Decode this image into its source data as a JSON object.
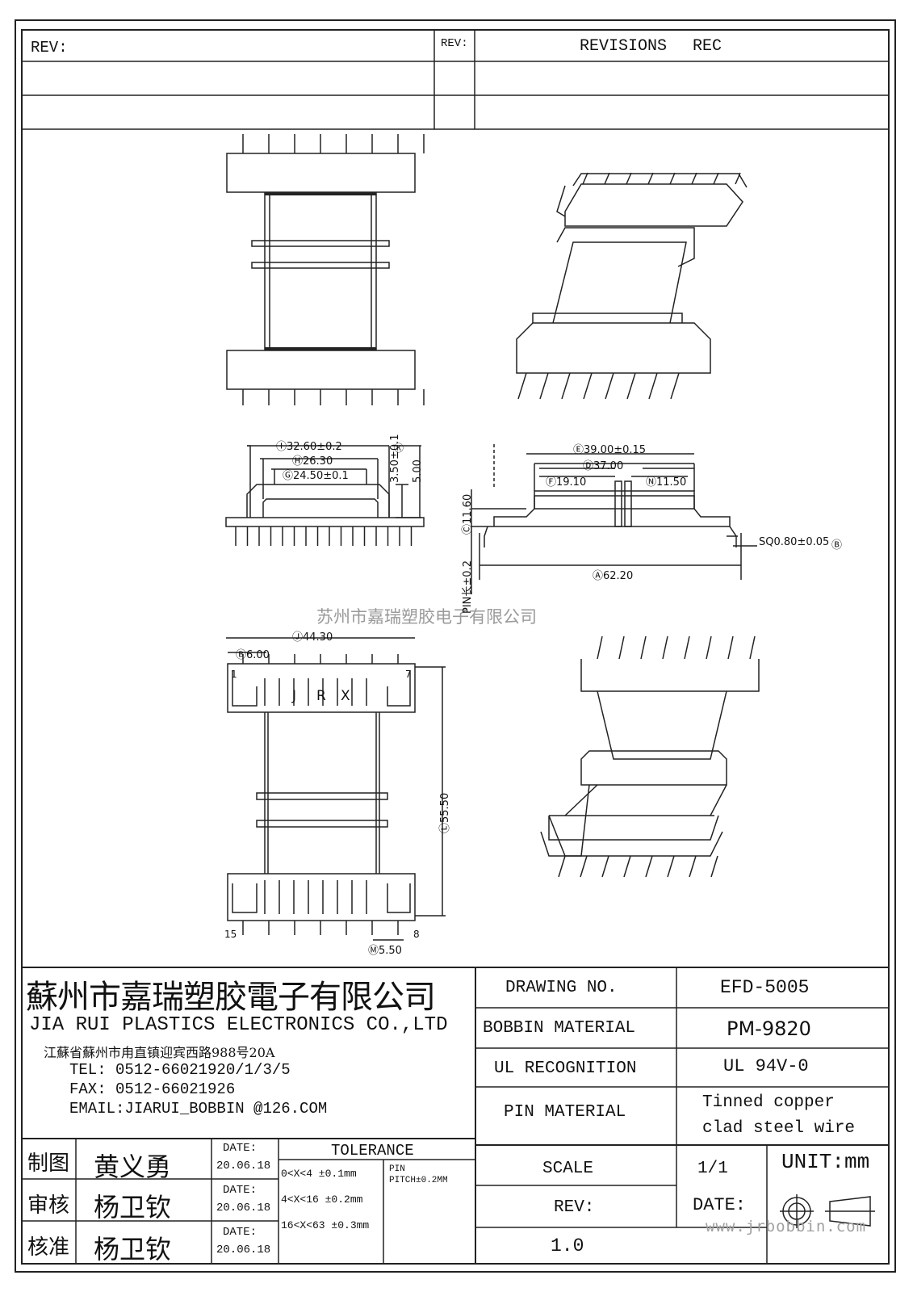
{
  "revisions": {
    "rev_label_left": "REV:",
    "rev_label_mid": "REV:",
    "revisions_label": "REVISIONS",
    "rec_label": "REC"
  },
  "drawing": {
    "watermark_text": "苏州市嘉瑞塑胶电子有限公司",
    "website": "www.jrbobbin.com",
    "pin_numbers": {
      "first": "1",
      "last_top": "7",
      "first_bottom": "15",
      "last_bottom": "8"
    },
    "marking": [
      "J",
      "R",
      "X"
    ],
    "dimensions": {
      "d_i": "Ⓘ32.60±0.2",
      "d_h": "Ⓗ26.30",
      "d_g": "Ⓖ24.50±0.1",
      "d_k": "Ⓚ",
      "d_3_50": "3.50±0.1",
      "d_5_00": "5.00",
      "d_e": "Ⓔ39.00±0.15",
      "d_d": "Ⓓ37.00",
      "d_f": "Ⓕ19.10",
      "d_n": "Ⓝ11.50",
      "d_c": "Ⓒ11.60",
      "d_sq": "SQ0.80±0.05",
      "d_sq_tag": "Ⓑ",
      "d_a": "Ⓐ62.20",
      "d_pin_len": "PIN长±0.2",
      "d_j": "Ⓙ44.30",
      "d_b": "Ⓑ6.00",
      "d_l": "Ⓛ55.50",
      "d_m": "Ⓜ5.50"
    }
  },
  "company": {
    "name_cn": "蘇州市嘉瑞塑胶電子有限公司",
    "name_en": "JIA RUI PLASTICS ELECTRONICS CO.,LTD",
    "address": "江蘇省蘇州市甪直镇迎宾西路988号20A",
    "tel": "TEL: 0512-66021920/1/3/5",
    "fax": "FAX: 0512-66021926",
    "email": "EMAIL:JIARUI_BOBBIN @126.COM"
  },
  "signoff": {
    "rows": [
      {
        "role": "制图",
        "name": "黄义勇",
        "date_label": "DATE:",
        "date": "20.06.18"
      },
      {
        "role": "审核",
        "name": "杨卫钦",
        "date_label": "DATE:",
        "date": "20.06.18"
      },
      {
        "role": "核准",
        "name": "杨卫钦",
        "date_label": "DATE:",
        "date": "20.06.18"
      }
    ]
  },
  "tolerance": {
    "title": "TOLERANCE",
    "rows": [
      "0<X<4  ±0.1mm",
      "4<X<16 ±0.2mm",
      "16<X<63 ±0.3mm"
    ],
    "pin_label": "PIN",
    "pin_pitch": "PITCH±0.2MM"
  },
  "spec": {
    "drawing_no_label": "DRAWING  NO.",
    "drawing_no": "EFD-5005",
    "bobbin_material_label": "BOBBIN  MATERIAL",
    "bobbin_material": "PM-9820",
    "ul_label": "UL RECOGNITION",
    "ul_value": "UL 94V-0",
    "pin_material_label": "PIN MATERIAL",
    "pin_material_line1": "Tinned copper",
    "pin_material_line2": "clad steel wire",
    "scale_label": "SCALE",
    "scale_value": "1/1",
    "unit_label": "UNIT:mm",
    "rev_label": "REV:",
    "rev_value": "1.0",
    "date_label": "DATE:"
  }
}
